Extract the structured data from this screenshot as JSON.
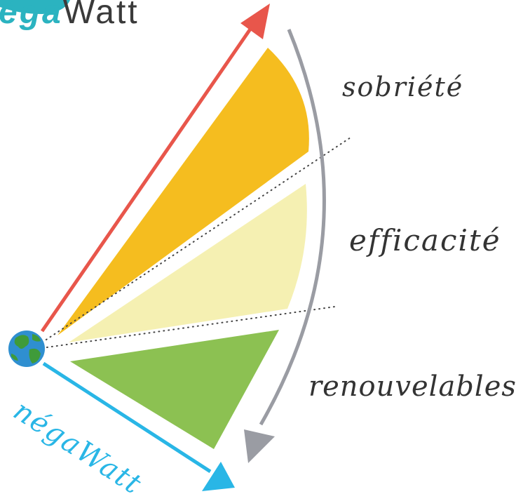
{
  "logo": {
    "prefix": "éga",
    "suffix": "Watt"
  },
  "labels": {
    "top": "sobriété",
    "middle": "efficacité",
    "bottom": "renouvelables",
    "axis": "négaWatt"
  },
  "colors": {
    "sobriete": "#f5bd1f",
    "efficacite": "#f5f0b2",
    "renouvelables": "#8cc152",
    "red_arrow": "#e8564b",
    "blue_arrow": "#29b6e6",
    "grey_arrow": "#9a9ca3",
    "logo_nega": "#2bb3c0",
    "logo_watt": "#3a3a3a"
  },
  "icons": {
    "earth": "earth-globe-icon"
  }
}
